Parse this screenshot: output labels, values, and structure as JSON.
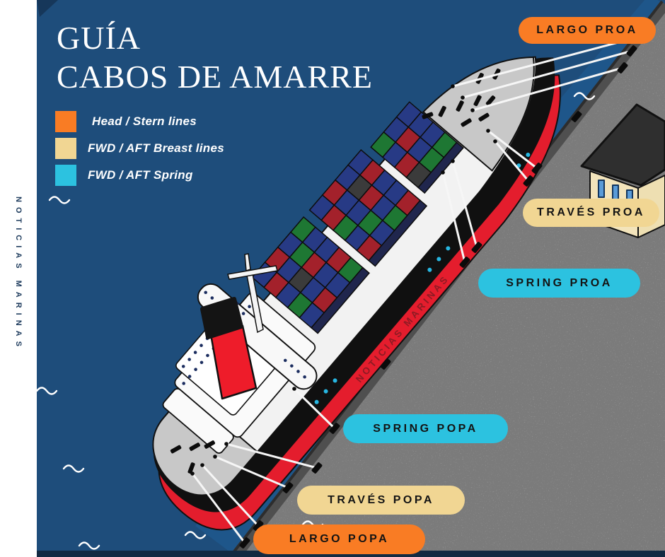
{
  "page": {
    "title_line1": "GUÍA",
    "title_line2": "CABOS DE AMARRE"
  },
  "sidebar": {
    "brand": "NOTICIAS MARINAS"
  },
  "legend": {
    "items": [
      {
        "label": "Head / Stern lines",
        "color": "#f97c24"
      },
      {
        "label": "FWD / AFT Breast lines",
        "color": "#f1d693"
      },
      {
        "label": "FWD / AFT Spring",
        "color": "#2cc2e0"
      }
    ]
  },
  "callouts": {
    "largo_proa": {
      "label": "LARGO PROA",
      "color": "#f97c24"
    },
    "traves_proa": {
      "label": "TRAVÉS PROA",
      "color": "#f1d693"
    },
    "spring_proa": {
      "label": "SPRING PROA",
      "color": "#2cc2e0"
    },
    "spring_popa": {
      "label": "SPRING POPA",
      "color": "#2cc2e0"
    },
    "traves_popa": {
      "label": "TRAVÉS POPA",
      "color": "#f1d693"
    },
    "largo_popa": {
      "label": "LARGO POPA",
      "color": "#f97c24"
    }
  },
  "ship": {
    "hull_text": "NOTICIAS MARINAS"
  },
  "colors": {
    "background_blue": "#1e4d7b",
    "dock_gray": "#7b7b7b",
    "hull_red": "#e41d2d",
    "accent_orange": "#f97c24",
    "accent_yellow": "#f1d693",
    "accent_cyan": "#2cc2e0"
  }
}
